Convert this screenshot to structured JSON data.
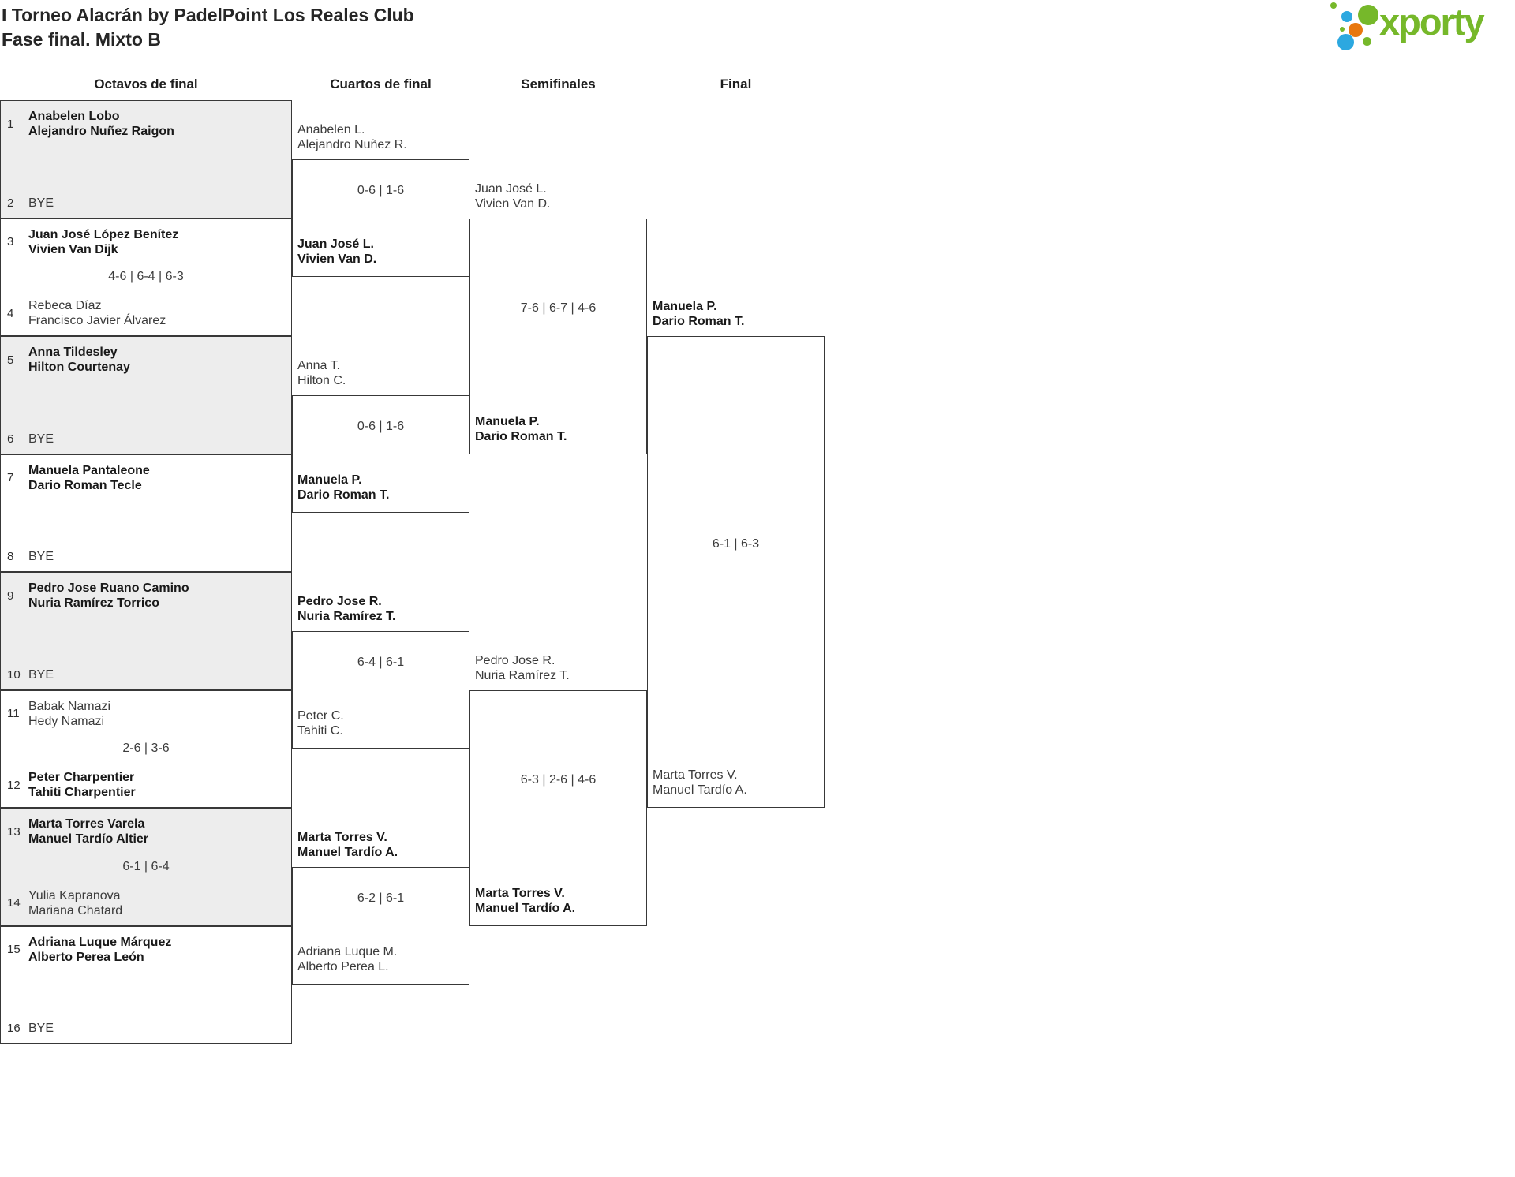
{
  "header": {
    "title_line1": "I Torneo Alacrán by PadelPoint Los Reales Club",
    "title_line2": "Fase final. Mixto B"
  },
  "logo": {
    "brand": "xporty",
    "colors": {
      "green": "#76b82a",
      "blue": "#2ca8e0",
      "orange": "#e8780f"
    }
  },
  "columns": {
    "octavos": "Octavos de final",
    "cuartos": "Cuartos de final",
    "semifinales": "Semifinales",
    "final": "Final"
  },
  "octavos": [
    {
      "shaded": true,
      "score": "",
      "top": {
        "seed": "1",
        "name1": "Anabelen Lobo",
        "name2": "Alejandro Nuñez Raigon",
        "winner": true
      },
      "bottom": {
        "seed": "2",
        "name1": "BYE",
        "name2": "",
        "winner": false
      }
    },
    {
      "shaded": false,
      "score": "4-6 | 6-4 | 6-3",
      "top": {
        "seed": "3",
        "name1": "Juan José López Benítez",
        "name2": "Vivien Van Dijk",
        "winner": true
      },
      "bottom": {
        "seed": "4",
        "name1": "Rebeca Díaz",
        "name2": "Francisco Javier Álvarez",
        "winner": false
      }
    },
    {
      "shaded": true,
      "score": "",
      "top": {
        "seed": "5",
        "name1": "Anna Tildesley",
        "name2": "Hilton Courtenay",
        "winner": true
      },
      "bottom": {
        "seed": "6",
        "name1": "BYE",
        "name2": "",
        "winner": false
      }
    },
    {
      "shaded": false,
      "score": "",
      "top": {
        "seed": "7",
        "name1": "Manuela Pantaleone",
        "name2": "Dario Roman Tecle",
        "winner": true
      },
      "bottom": {
        "seed": "8",
        "name1": "BYE",
        "name2": "",
        "winner": false
      }
    },
    {
      "shaded": true,
      "score": "",
      "top": {
        "seed": "9",
        "name1": "Pedro Jose Ruano Camino",
        "name2": "Nuria Ramírez Torrico",
        "winner": true
      },
      "bottom": {
        "seed": "10",
        "name1": "BYE",
        "name2": "",
        "winner": false
      }
    },
    {
      "shaded": false,
      "score": "2-6 | 3-6",
      "top": {
        "seed": "11",
        "name1": "Babak Namazi",
        "name2": "Hedy Namazi",
        "winner": false
      },
      "bottom": {
        "seed": "12",
        "name1": "Peter Charpentier",
        "name2": "Tahiti Charpentier",
        "winner": true
      }
    },
    {
      "shaded": true,
      "score": "6-1 | 6-4",
      "top": {
        "seed": "13",
        "name1": "Marta Torres Varela",
        "name2": "Manuel Tardío Altier",
        "winner": true
      },
      "bottom": {
        "seed": "14",
        "name1": "Yulia Kapranova",
        "name2": "Mariana Chatard",
        "winner": false
      }
    },
    {
      "shaded": false,
      "score": "",
      "top": {
        "seed": "15",
        "name1": "Adriana Luque Márquez",
        "name2": "Alberto Perea León",
        "winner": true
      },
      "bottom": {
        "seed": "16",
        "name1": "BYE",
        "name2": "",
        "winner": false
      }
    }
  ],
  "cuartos": [
    {
      "score": "0-6 | 1-6",
      "top": {
        "name1": "Anabelen L.",
        "name2": "Alejandro Nuñez R.",
        "winner": false
      },
      "bottom": {
        "name1": "Juan José L.",
        "name2": "Vivien Van D.",
        "winner": true
      }
    },
    {
      "score": "0-6 | 1-6",
      "top": {
        "name1": "Anna T.",
        "name2": "Hilton C.",
        "winner": false
      },
      "bottom": {
        "name1": "Manuela P.",
        "name2": "Dario Roman T.",
        "winner": true
      }
    },
    {
      "score": "6-4 | 6-1",
      "top": {
        "name1": "Pedro Jose R.",
        "name2": "Nuria Ramírez T.",
        "winner": true
      },
      "bottom": {
        "name1": "Peter C.",
        "name2": "Tahiti C.",
        "winner": false
      }
    },
    {
      "score": "6-2 | 6-1",
      "top": {
        "name1": "Marta Torres V.",
        "name2": "Manuel Tardío A.",
        "winner": true
      },
      "bottom": {
        "name1": "Adriana Luque M.",
        "name2": "Alberto Perea L.",
        "winner": false
      }
    }
  ],
  "semifinales": [
    {
      "score": "7-6 | 6-7 | 4-6",
      "top": {
        "name1": "Juan José L.",
        "name2": "Vivien Van D.",
        "winner": false
      },
      "bottom": {
        "name1": "Manuela P.",
        "name2": "Dario Roman T.",
        "winner": true
      }
    },
    {
      "score": "6-3 | 2-6 | 4-6",
      "top": {
        "name1": "Pedro Jose R.",
        "name2": "Nuria Ramírez T.",
        "winner": false
      },
      "bottom": {
        "name1": "Marta Torres V.",
        "name2": "Manuel Tardío A.",
        "winner": true
      }
    }
  ],
  "final": [
    {
      "score": "6-1 | 6-3",
      "top": {
        "name1": "Manuela P.",
        "name2": "Dario Roman T.",
        "winner": true
      },
      "bottom": {
        "name1": "Marta Torres V.",
        "name2": "Manuel Tardío A.",
        "winner": false
      }
    }
  ]
}
